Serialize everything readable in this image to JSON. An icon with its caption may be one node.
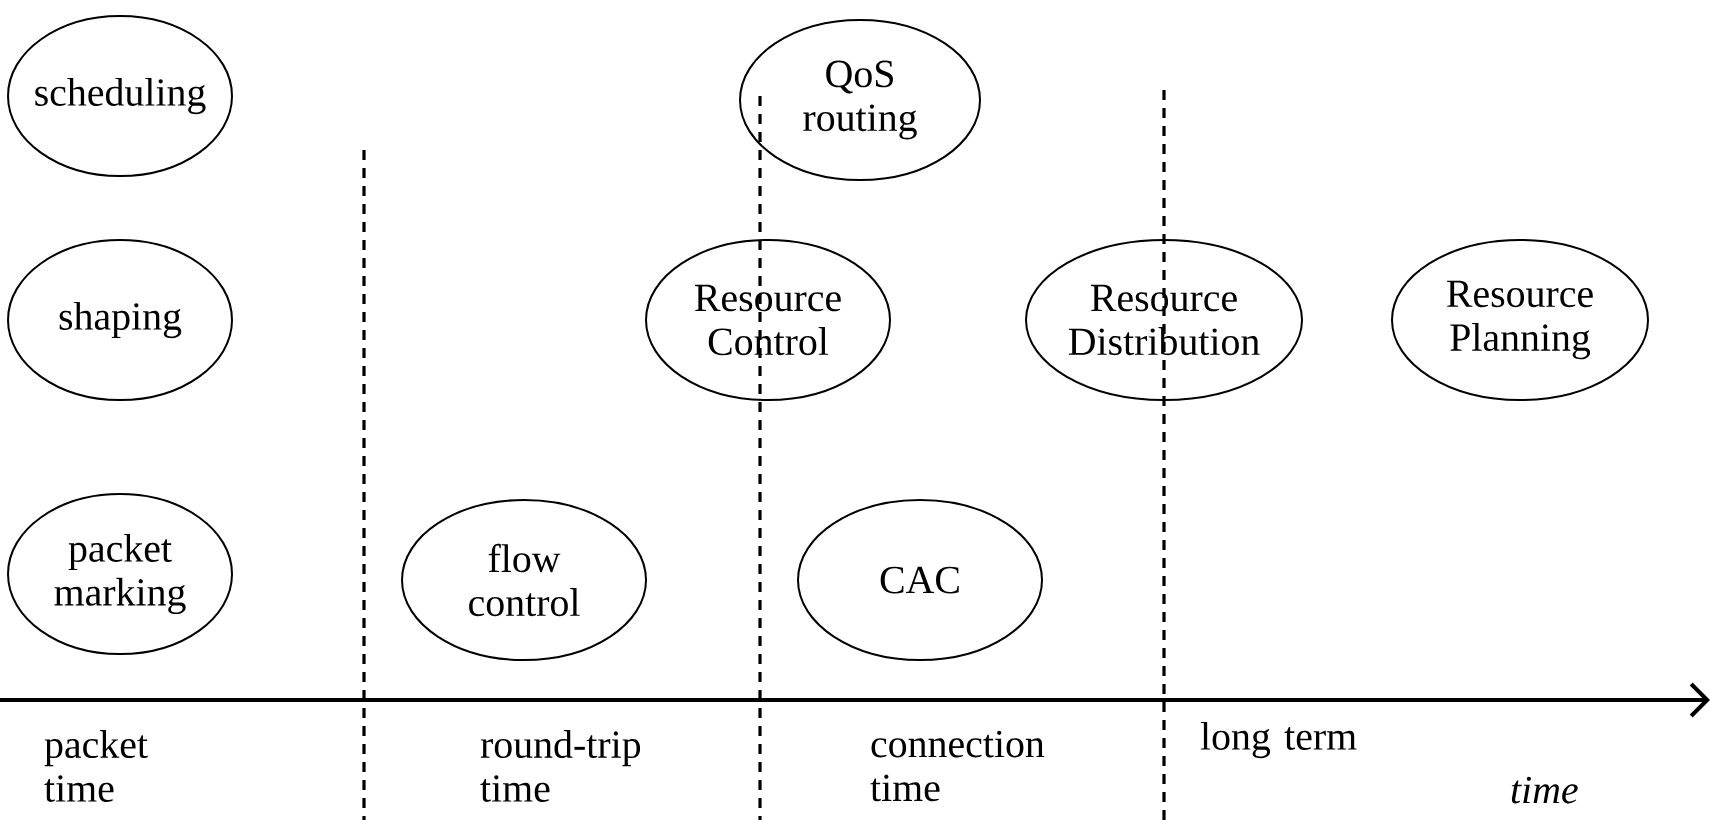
{
  "diagram": {
    "nodes": [
      {
        "text": [
          "scheduling"
        ]
      },
      {
        "text": [
          "QoS routing"
        ]
      },
      {
        "text": [
          "shaping"
        ]
      },
      {
        "text": [
          "Resource Control"
        ]
      },
      {
        "text": [
          "Resource Distribution"
        ]
      },
      {
        "text": [
          "Resource Planning"
        ]
      },
      {
        "text": [
          "packet marking"
        ]
      },
      {
        "text": [
          "flow control"
        ]
      },
      {
        "text": [
          "CAC"
        ]
      }
    ],
    "labels": [
      "packet time",
      "round-trip time",
      "connection time",
      "long term",
      "time"
    ]
  }
}
